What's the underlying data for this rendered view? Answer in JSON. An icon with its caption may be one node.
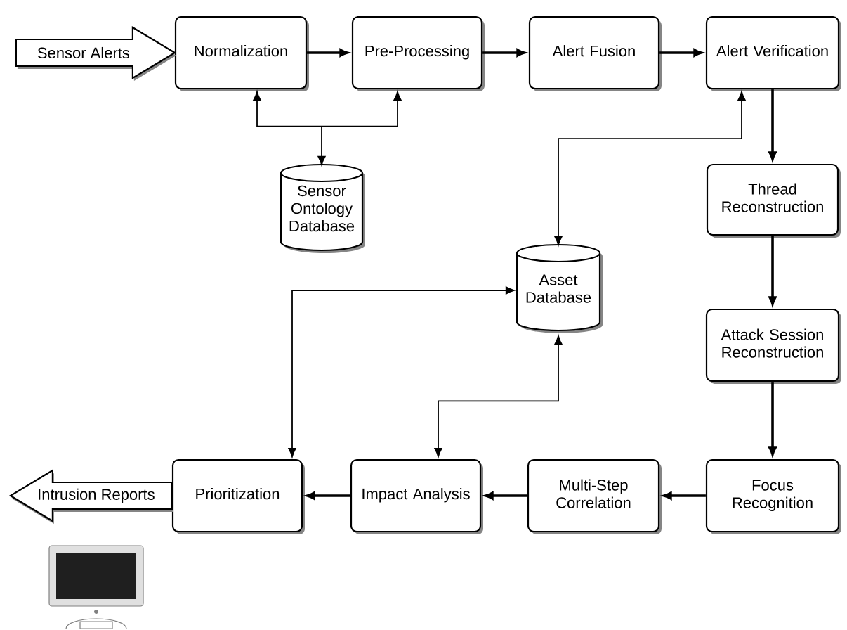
{
  "diagram": {
    "nodes": [
      {
        "text": [
          "Normalization"
        ]
      },
      {
        "text": [
          "Pre-Processing"
        ]
      },
      {
        "text": [
          "Alert Fusion"
        ]
      },
      {
        "text": [
          "Alert Verification"
        ]
      },
      {
        "text": [
          "Sensor Ontology Database"
        ]
      },
      {
        "text": [
          "Thread Reconstruction"
        ]
      },
      {
        "text": [
          "Asset Database"
        ]
      },
      {
        "text": [
          "Attack Session Reconstruction"
        ]
      },
      {
        "text": [
          "Prioritization"
        ]
      },
      {
        "text": [
          "Impact Analysis"
        ]
      },
      {
        "text": [
          "Multi-Step Correlation"
        ]
      },
      {
        "text": [
          "Focus Recognition"
        ]
      }
    ],
    "edges": [
      {
        "from": null,
        "to": 0,
        "arrow": "to",
        "label": "Sensor Alerts"
      },
      {
        "from": 0,
        "to": 1,
        "arrow": "to"
      },
      {
        "from": 1,
        "to": 2,
        "arrow": "to"
      },
      {
        "from": 2,
        "to": 3,
        "arrow": "to"
      },
      {
        "from": 3,
        "to": 5,
        "arrow": "to"
      },
      {
        "from": 5,
        "to": 7,
        "arrow": "to"
      },
      {
        "from": 7,
        "to": 11,
        "arrow": "to"
      },
      {
        "from": 11,
        "to": 10,
        "arrow": "to"
      },
      {
        "from": 10,
        "to": 9,
        "arrow": "to"
      },
      {
        "from": 9,
        "to": 8,
        "arrow": "to"
      },
      {
        "from": 8,
        "to": null,
        "arrow": "to",
        "label": "Intrusion Reports"
      },
      {
        "from": 0,
        "to": 4,
        "arrow": "both"
      },
      {
        "from": 1,
        "to": 4,
        "arrow": "both"
      },
      {
        "from": 3,
        "to": 6,
        "arrow": "both"
      },
      {
        "from": 6,
        "to": 8,
        "arrow": "both"
      },
      {
        "from": 6,
        "to": 9,
        "arrow": "both"
      }
    ]
  }
}
